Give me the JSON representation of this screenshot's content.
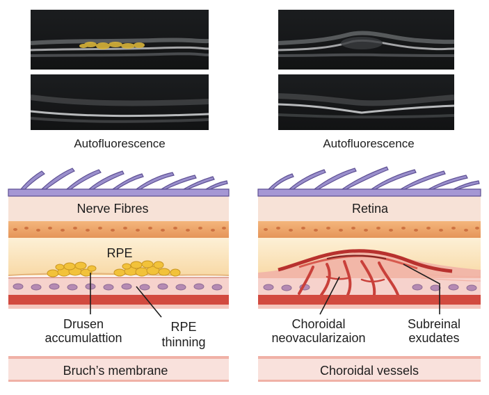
{
  "left_panel": {
    "scan_caption": "Autofluorescence",
    "top_label": "Nerve Fibres",
    "middle_label": "RPE",
    "callout_1_line1": "Drusen",
    "callout_1_line2": "accumulattion",
    "callout_2_line1": "RPE",
    "callout_2_line2": "thinning",
    "bottom_label": "Bruch’s membrane"
  },
  "right_panel": {
    "scan_caption": "Autofluorescence",
    "top_label": "Retina",
    "callout_1_line1": "Choroidal",
    "callout_1_line2": "neovacularizaion",
    "callout_2_line1": "Subreinal",
    "callout_2_line2": "exudates",
    "bottom_label": "Choroidal vessels"
  },
  "colors": {
    "nerve_fibre": "#8a7fc0",
    "nerve_fill": "#f6dfd2",
    "dotted_band": "#e9a66b",
    "rpe_layer": "#fbe6c1",
    "drusen": "#f2c23a",
    "vessel_red": "#c9403a",
    "bottom_band": "#f8dcd6"
  }
}
